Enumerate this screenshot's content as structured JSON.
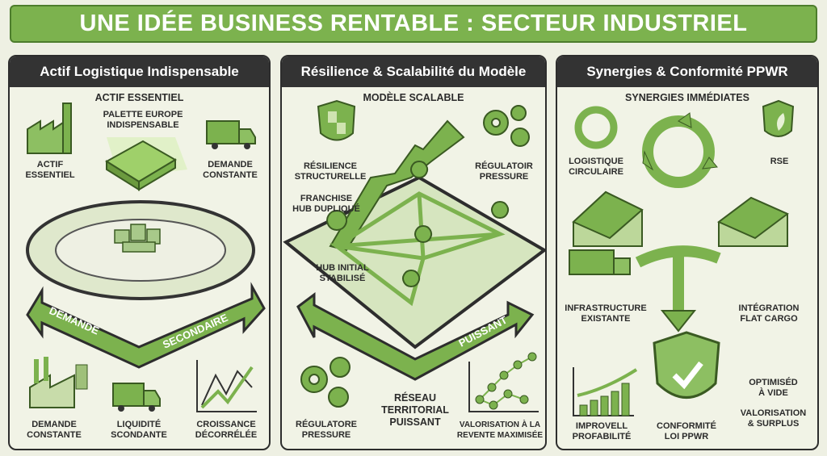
{
  "title": "UNE IDÉE BUSINESS RENTABLE : SECTEUR INDUSTRIEL",
  "colors": {
    "green": "#7cb24e",
    "dark_green": "#4d7d2c",
    "header": "#333333",
    "background": "#eef0e3"
  },
  "panels": [
    {
      "header": "Actif Logistique Indispensable",
      "subtitle": "ACTIF ESSENTIEL",
      "center_label": "PALETTE EUROPE\nINDISPENSABLE",
      "labels": [
        "ACTIF\nESSENTIEL",
        "DEMANDE\nCONSTANTE"
      ],
      "arrow_text": [
        "DEMANDE",
        "SECONDAIRE"
      ],
      "bottom": [
        "DEMANDE\nCONSTANTE",
        "LIQUIDITÉ\nSCONDANTE",
        "CROISSANCE\nDÉCORRÉLÉE"
      ]
    },
    {
      "header": "Résilience & Scalabilité du Modèle",
      "subtitle": "MODÈLE SCALABLE",
      "labels": [
        "RÉSILIENCE\nSTRUCTURELLE",
        "RÉGULATOIR\nPRESSURE",
        "FRANCHISE\nHUB DUPLIQUÉ",
        "HUB INITIAL\nSTABILISÉ"
      ],
      "arrow_text": [
        "PUISSANT"
      ],
      "bottom": [
        "RÉGULATORE\nPRESSURE",
        "RÉSEAU\nTERRITORIAL\nPUISSANT",
        "VALORISATION À LA\nREVENTE MAXIMISÉE"
      ]
    },
    {
      "header": "Synergies & Conformité PPWR",
      "subtitle": "SYNERGIES IMMÉDIATES",
      "labels": [
        "LOGISTIQUE\nCIRCULAIRE",
        "RSE",
        "INFRASTRUCTURE\nEXISTANTE",
        "INTÉGRATION\nFLAT CARGO"
      ],
      "bottom": [
        "IMPROVELL\nPROFABILITÉ",
        "CONFORMITÉ\nLOI PPWR",
        "OPTIMISÉD\nÀ VIDE",
        "VALORISATION\n& SURPLUS"
      ]
    }
  ]
}
